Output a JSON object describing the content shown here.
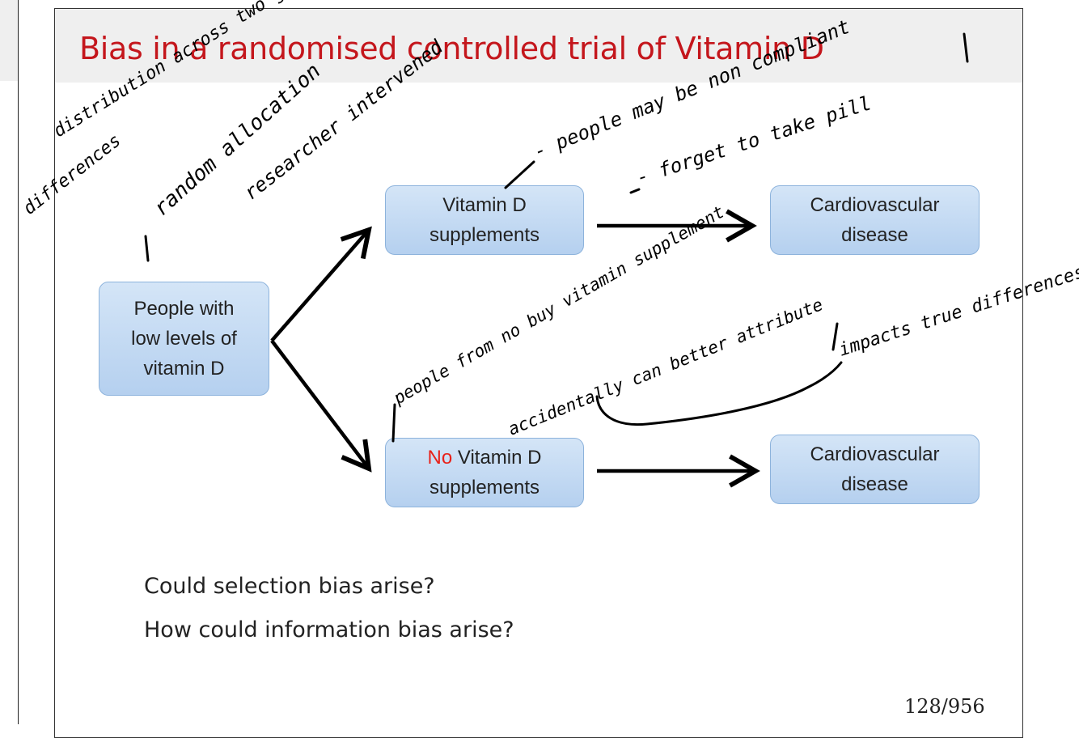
{
  "slide": {
    "title": "Bias in a randomised controlled trial of Vitamin D",
    "page_number": "128/956"
  },
  "diagram": {
    "start": {
      "lines": [
        "People with",
        "low levels of",
        "vitamin D"
      ]
    },
    "treatment": {
      "lines": [
        "Vitamin D",
        "supplements"
      ]
    },
    "control": {
      "prefix": "No",
      "line1_rest": " Vitamin D",
      "line2": "supplements"
    },
    "outcome_top": {
      "lines": [
        "Cardiovascular",
        "disease"
      ]
    },
    "outcome_bottom": {
      "lines": [
        "Cardiovascular",
        "disease"
      ]
    },
    "colors": {
      "box_fill": "#c6dcf3",
      "box_border": "#8db3dc",
      "title": "#c4161c",
      "no_highlight": "#e8211a",
      "arrow": "#000000"
    }
  },
  "questions": [
    "Could selection bias arise?",
    "How could information bias arise?"
  ],
  "annotations": [
    "distribution across two groups",
    "differences",
    "random allocation",
    "researcher intervened",
    "- people may be non compliant",
    "- forget to take pill",
    "people from no buy vitamin supplement",
    "accidentally can better attribute",
    "impacts true differences"
  ]
}
